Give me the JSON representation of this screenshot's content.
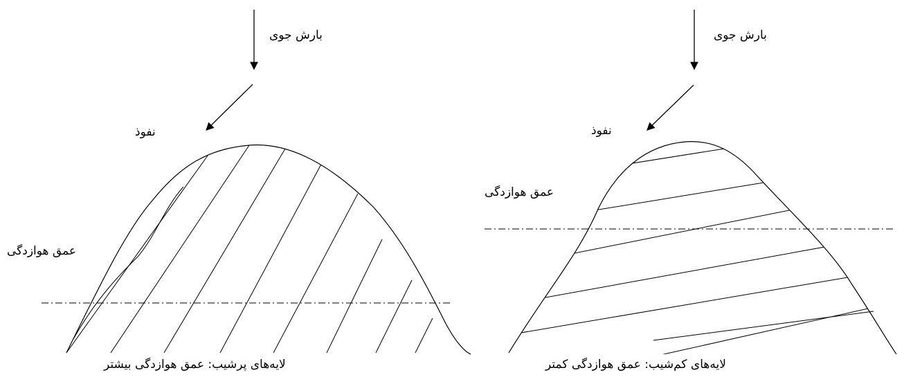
{
  "left_panel": {
    "precipitation": "بارش جوی",
    "infiltration": "نفوذ",
    "weathering_depth": "عمق هوازدگی",
    "caption": "لایه‌های پرشیب: عمق هوازدگی بیشتر"
  },
  "right_panel": {
    "precipitation": "بارش جوی",
    "infiltration": "نفوذ",
    "weathering_depth": "عمق هوازدگی",
    "caption": "لایه‌های کم‌شیب: عمق هوازدگی کمتر"
  }
}
